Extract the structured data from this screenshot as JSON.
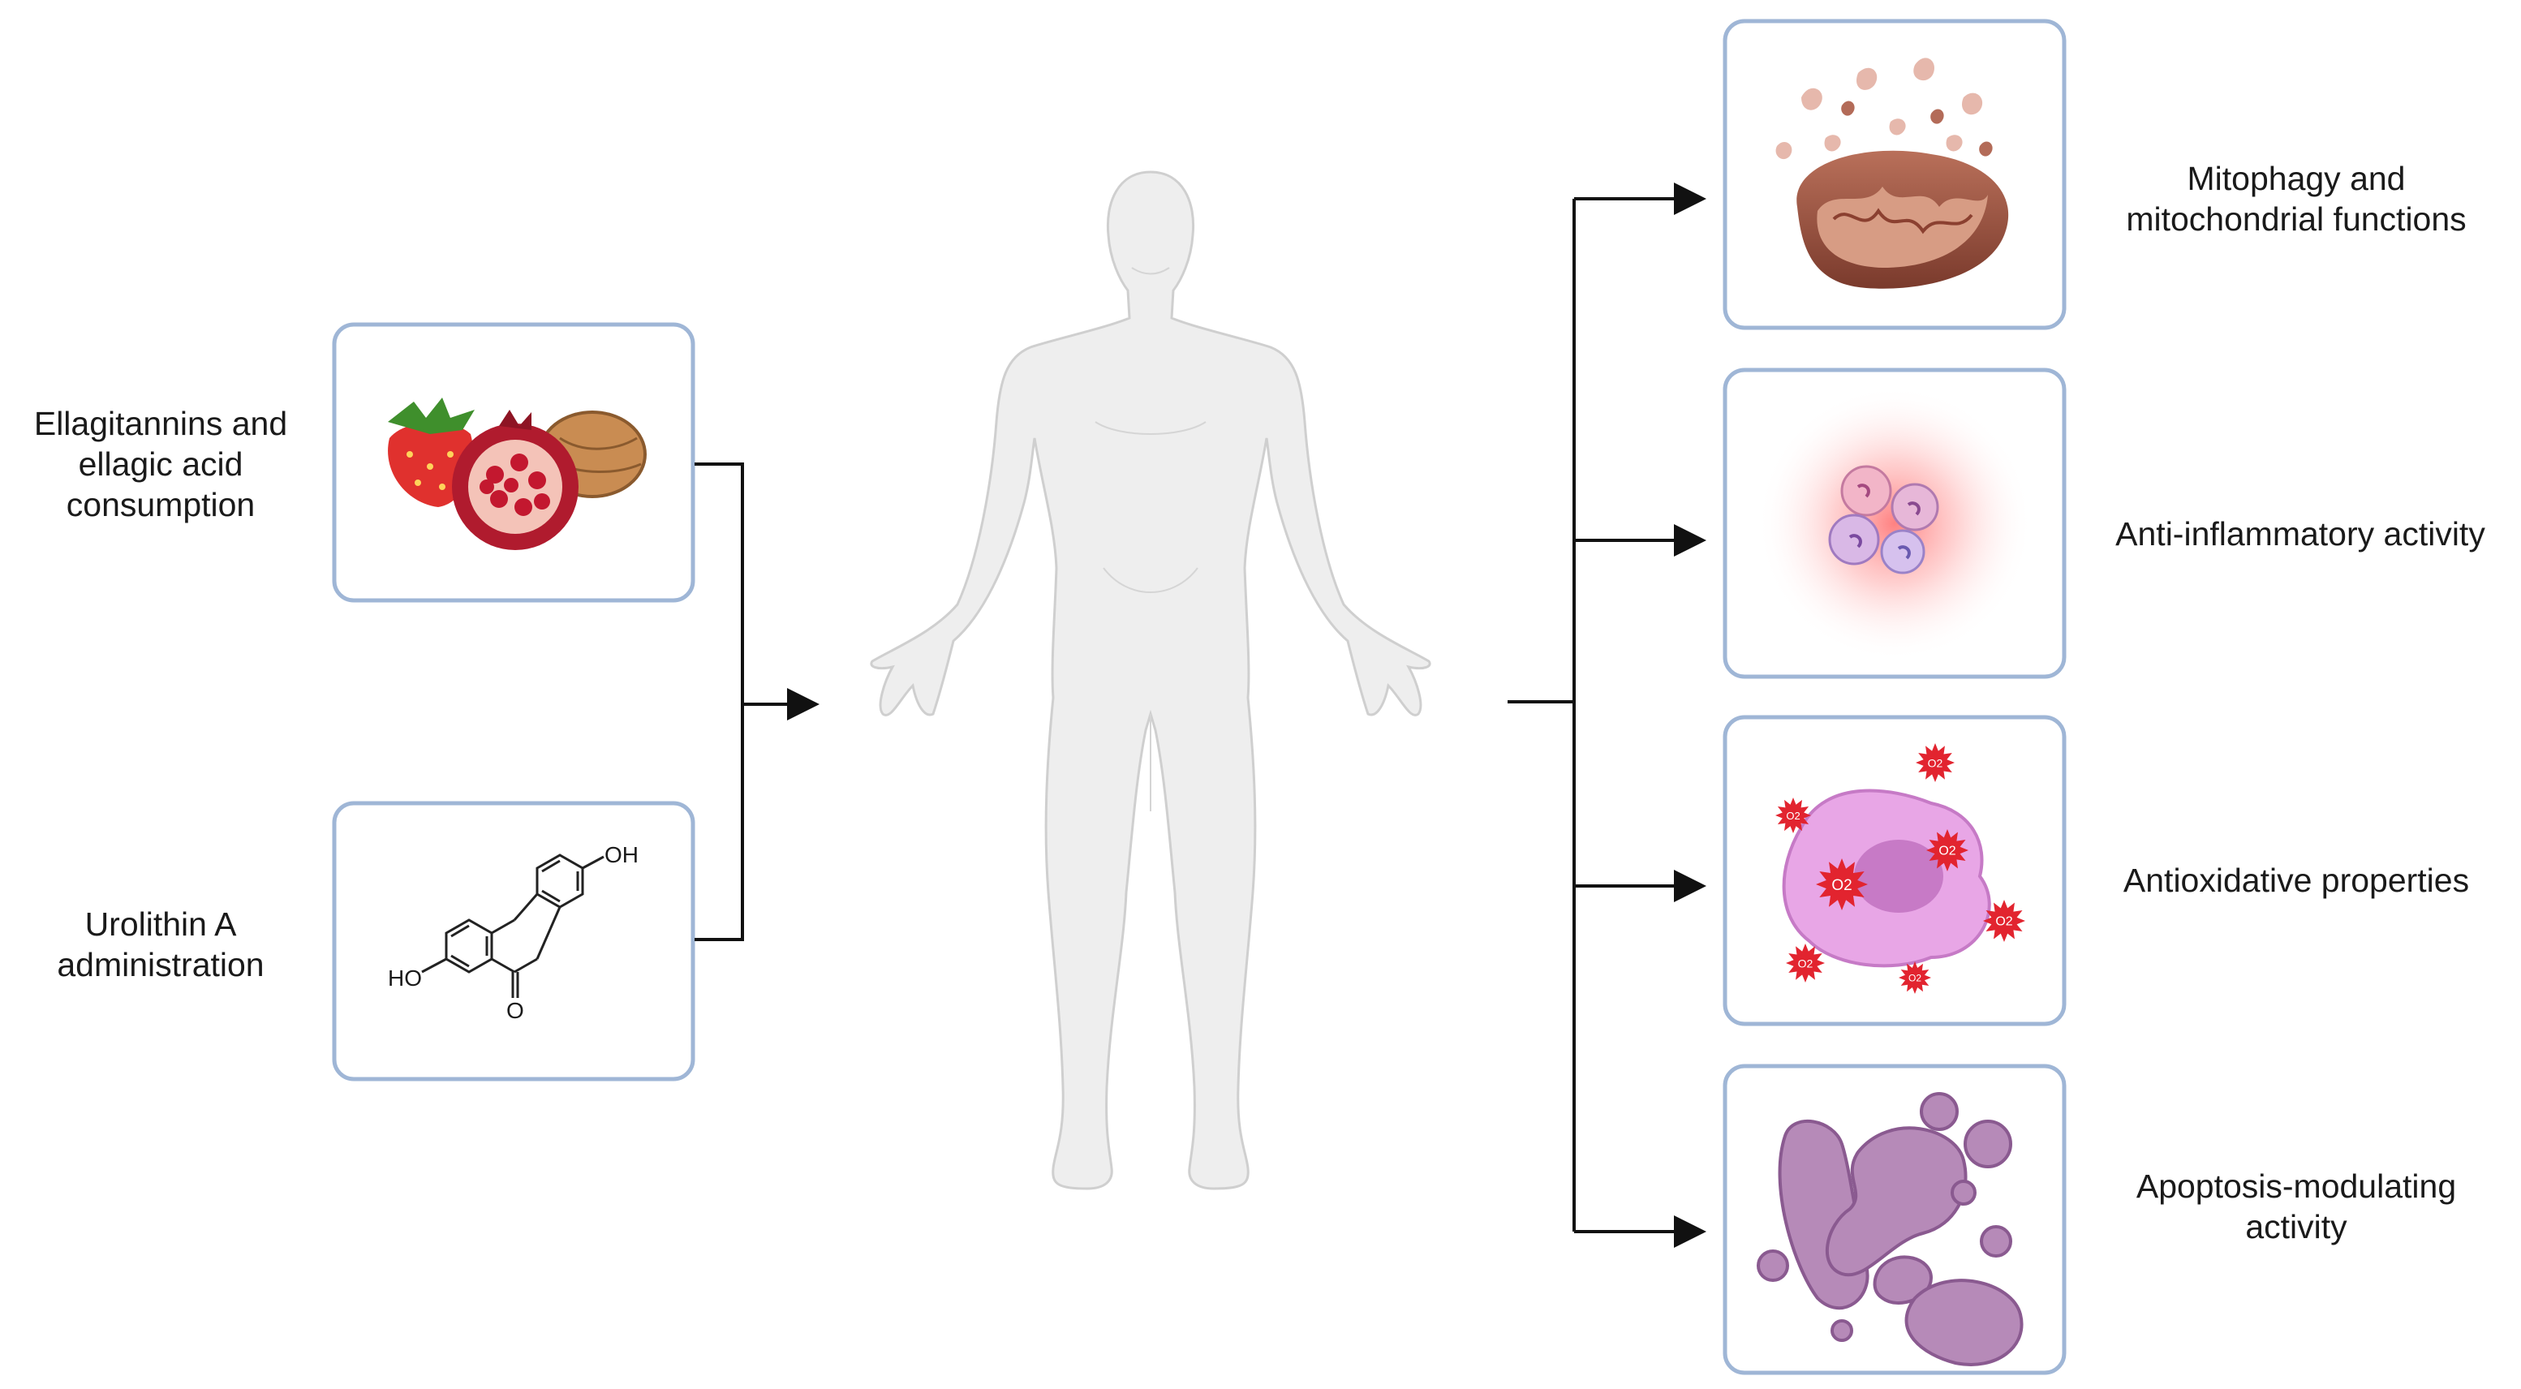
{
  "inputs": {
    "food": {
      "line1": "Ellagitannins and",
      "line2": "ellagic acid",
      "line3": "consumption"
    },
    "urolithin": {
      "line1": "Urolithin A",
      "line2": "administration"
    },
    "molecule": {
      "oh_top": "OH",
      "oh_left": "HO",
      "carbonyl_o": "O"
    }
  },
  "outcomes": {
    "mitophagy": {
      "line1": "Mitophagy and",
      "line2": "mitochondrial functions"
    },
    "inflammatory": {
      "line1": "Anti-inflammatory activity"
    },
    "antioxidative": {
      "line1": "Antioxidative properties"
    },
    "apoptosis": {
      "line1": "Apoptosis-modulating",
      "line2": "activity"
    }
  },
  "ros_label": "O2",
  "colors": {
    "box_border": "#9fb6d6",
    "arrow": "#111111",
    "body": "#eeeeee"
  }
}
